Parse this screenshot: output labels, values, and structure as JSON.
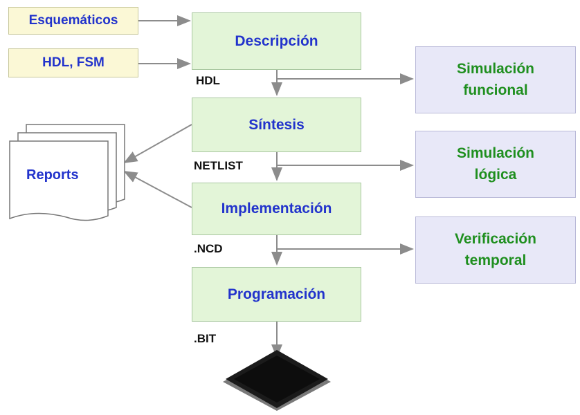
{
  "inputs": {
    "schematics": "Esquemáticos",
    "hdl_fsm": "HDL, FSM"
  },
  "stages": {
    "description": "Descripción",
    "synthesis": "Síntesis",
    "implementation": "Implementación",
    "programming": "Programación"
  },
  "outputs": {
    "hdl": "HDL",
    "netlist": "NETLIST",
    "ncd": ".NCD",
    "bit": ".BIT"
  },
  "verification": {
    "functional_simulation": "Simulación funcional",
    "logic_simulation": "Simulación lógica",
    "timing_verification": "Verificación temporal"
  },
  "reports": "Reports",
  "colors": {
    "stage_text": "#2233cc",
    "verification_text": "#1f8f1f",
    "input_fill": "#fbf8d6",
    "stage_fill": "#e3f5d8",
    "verification_fill": "#e8e8f8"
  }
}
